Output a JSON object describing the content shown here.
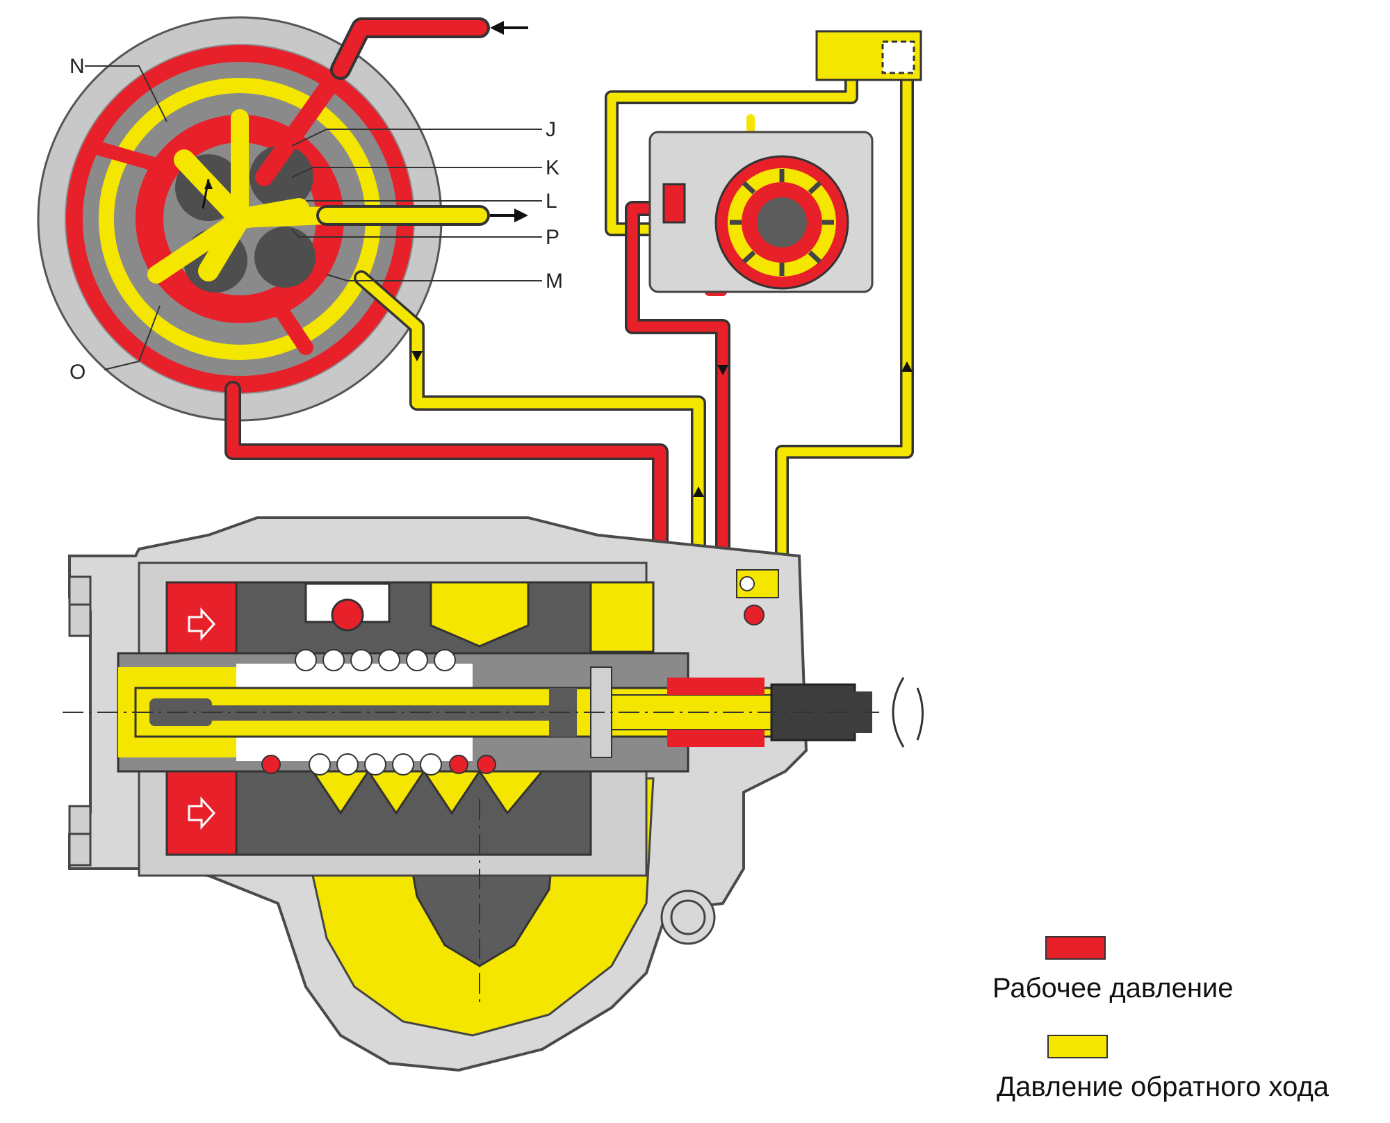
{
  "colors": {
    "working_pressure": "#e8202a",
    "return_pressure": "#f5e600",
    "housing_light": "#d9d9d9",
    "housing_dark": "#595959",
    "outline": "#333333"
  },
  "callouts": {
    "n": "N",
    "j": "J",
    "k": "K",
    "l": "L",
    "p": "P",
    "m": "M",
    "o": "O"
  },
  "legend": {
    "working_label": "Рабочее давление",
    "return_label": "Давление обратного хода"
  }
}
